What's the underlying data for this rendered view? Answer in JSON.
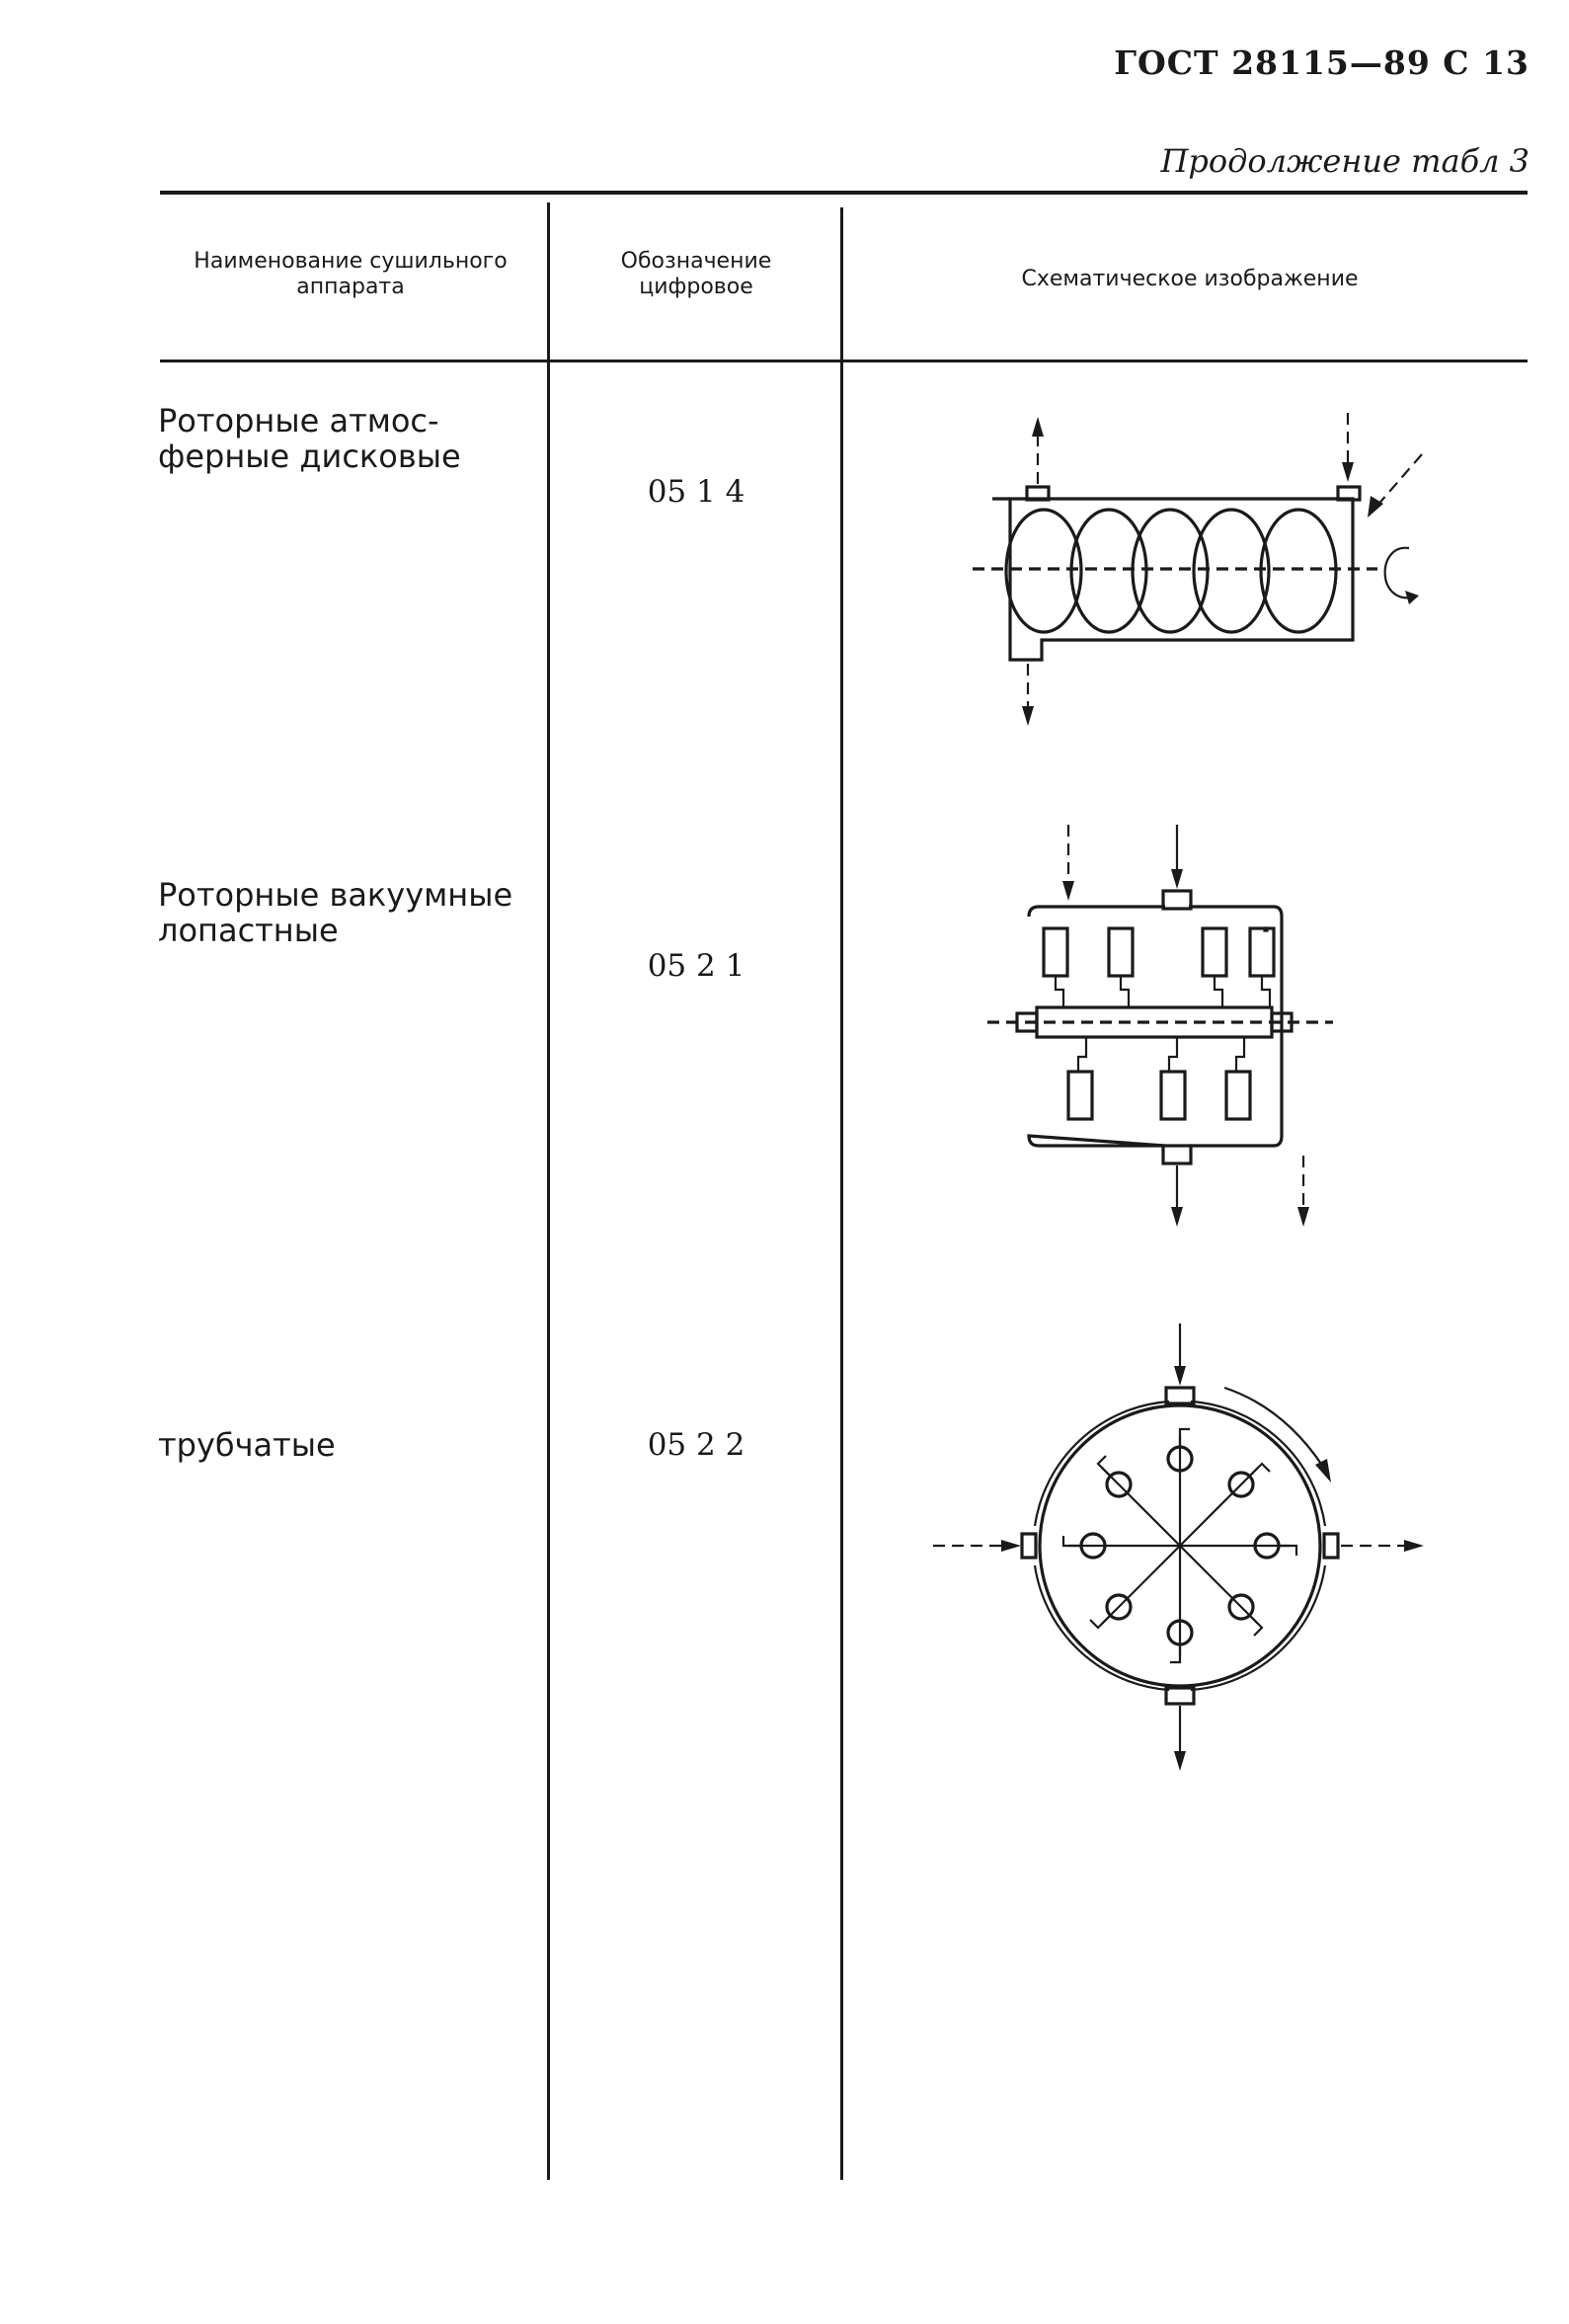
{
  "page": {
    "header": "ГОСТ 28115—89 С 13",
    "continuation": "Продолжение табл 3"
  },
  "table": {
    "columns": [
      "Наименование сушильного аппарата",
      "Обозначение цифровое",
      "Схематическое изображение"
    ],
    "rows": [
      {
        "name": "Роторные атмос-ферные дисковые",
        "code": "05 1 4",
        "scheme_icon": "rotary-atmospheric-disc-dryer-diagram"
      },
      {
        "name": "Роторные вакуумные лопастные",
        "code": "05 2 1",
        "scheme_icon": "rotary-vacuum-paddle-dryer-diagram"
      },
      {
        "name": "трубчатые",
        "code": "05 2 2",
        "scheme_icon": "rotary-tubular-dryer-diagram"
      }
    ]
  }
}
